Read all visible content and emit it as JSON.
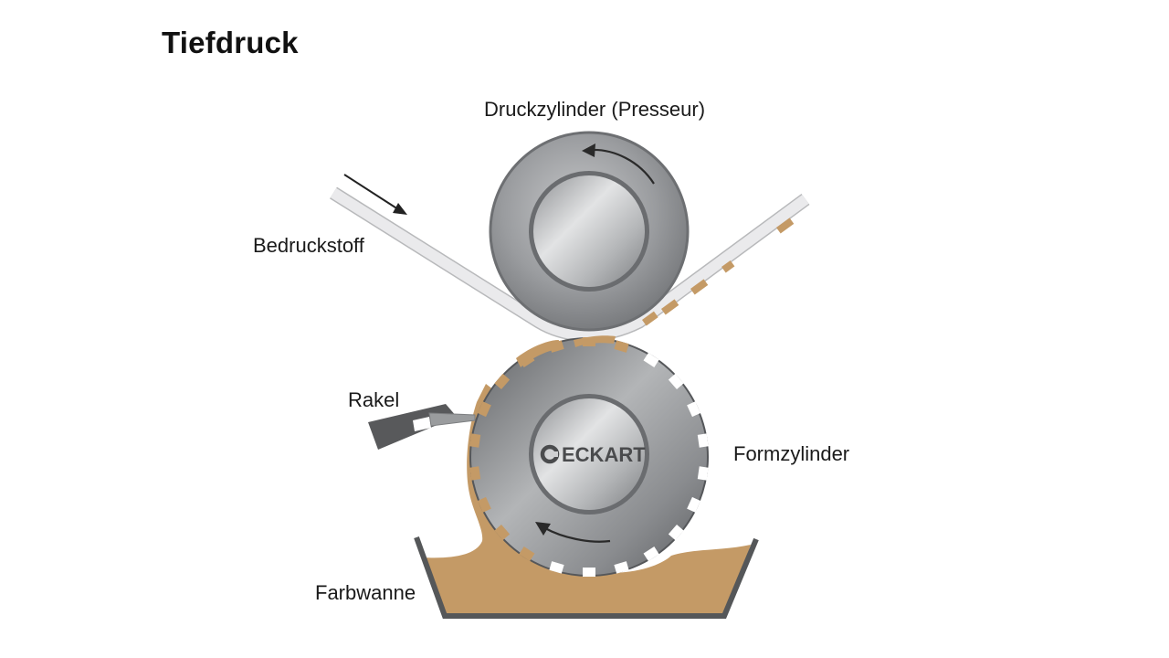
{
  "title": "Tiefdruck",
  "labels": {
    "impression_cylinder": "Druckzylinder (Presseur)",
    "substrate": "Bedruckstoff",
    "doctor_blade": "Rakel",
    "form_cylinder": "Formzylinder",
    "ink_tray": "Farbwanne"
  },
  "logo": {
    "text": "ECKART"
  },
  "colors": {
    "ink": "#c49a66",
    "metal_dark": "#6f7174",
    "metal_light": "#cfd0d2",
    "substrate": "#e6e6e8",
    "blade": "#58595b",
    "text": "#1a1a1a"
  }
}
